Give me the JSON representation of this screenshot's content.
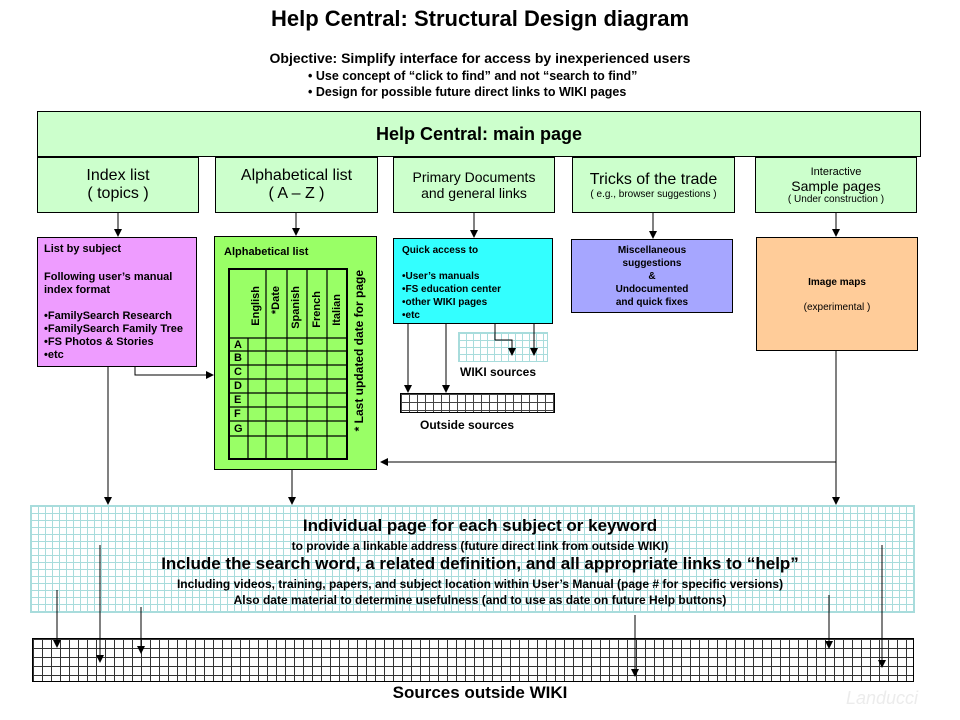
{
  "title": "Help Central: Structural Design diagram",
  "objective": {
    "heading": "Objective:  Simplify interface for access by inexperienced users",
    "bullets": [
      "• Use concept of “click to find” and not “search to find”",
      "• Design for possible future direct links to WIKI pages"
    ]
  },
  "main_page": "Help Central: main page",
  "columns": [
    {
      "line1": "Index list",
      "line2": "( topics )"
    },
    {
      "line1": "Alphabetical list",
      "line2": "( A – Z )"
    },
    {
      "line1": "Primary Documents",
      "line2": "and general links"
    },
    {
      "line1": "Tricks of the trade",
      "line2": "( e.g., browser suggestions )"
    },
    {
      "line0": "Interactive",
      "line1": "Sample pages",
      "line2": "( Under construction )"
    }
  ],
  "subject_box": {
    "title": "List by subject",
    "lines": [
      "Following user’s manual",
      "index format"
    ],
    "items": [
      "•FamilySearch Research",
      "•FamilySearch Family Tree",
      "•FS Photos & Stories",
      "•etc"
    ]
  },
  "alpha_box": {
    "title": "Alphabetical list",
    "columns": [
      "English",
      "*Date",
      "Spanish",
      "French",
      "Italian"
    ],
    "rows": [
      "A",
      "B",
      "C",
      "D",
      "E",
      "F",
      "G"
    ],
    "side_note": "* Last updated date for page"
  },
  "quick_box": {
    "title": "Quick access to",
    "items": [
      "•User’s  manuals",
      "•FS education center",
      "•other WIKI pages",
      "•etc"
    ]
  },
  "wiki_sources": "WIKI sources",
  "outside_sources": "Outside sources",
  "misc_box": {
    "lines": [
      "Miscellaneous",
      "suggestions",
      "&",
      "Undocumented",
      "and quick fixes"
    ]
  },
  "image_box": {
    "line1": "Image maps",
    "line2": "(experimental )"
  },
  "individual": {
    "line1": "Individual page for each subject or keyword",
    "line2": "to provide a linkable address (future direct link from outside WIKI)",
    "line3": "Include the search word, a related definition, and all appropriate links to “help”",
    "line4": "Including videos, training, papers, and subject location within User’s Manual (page # for specific versions)",
    "line5": "Also date material to determine usefulness (and to use as date on future Help buttons)"
  },
  "sources_outside": "Sources outside WIKI",
  "watermark": "Landucci",
  "colors": {
    "green": "#ccffcc",
    "alpha_green": "#99ff66",
    "pink": "#ee9cff",
    "cyan": "#33ffff",
    "lavender": "#a6a6ff",
    "orange": "#ffcc99"
  }
}
